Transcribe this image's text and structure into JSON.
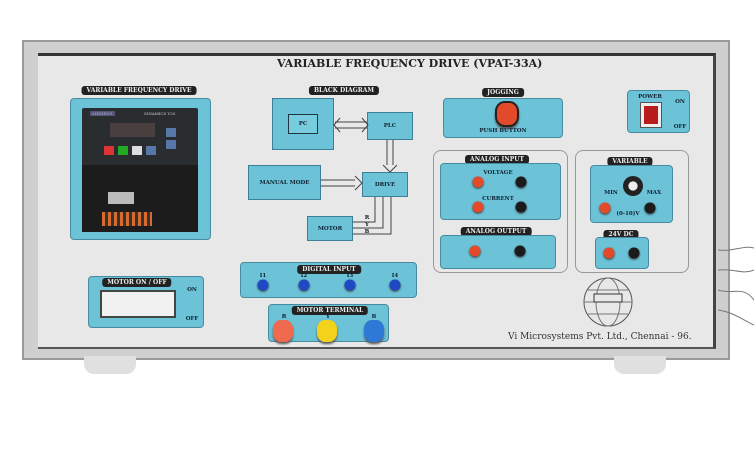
{
  "panel": {
    "title": "VARIABLE FREQUENCY DRIVE  (VPAT-33A)",
    "vfd_label": "VARIABLE FREQUENCY DRIVE",
    "motor_switch": {
      "label": "MOTOR ON / OFF",
      "on": "ON",
      "off": "OFF"
    },
    "block_diagram": {
      "label": "BLACK DIAGRAM",
      "pc": "PC",
      "plc": "PLC",
      "manual": "MANUAL MODE",
      "drive": "DRIVE",
      "motor": "MOTOR",
      "phases": [
        "R",
        "Y",
        "B"
      ]
    },
    "jogging": {
      "label": "JOGGING",
      "button": "PUSH BUTTON"
    },
    "power": {
      "label": "POWER",
      "on": "ON",
      "off": "OFF"
    },
    "analog_input": {
      "label": "ANALOG INPUT",
      "voltage": "VOLTAGE",
      "current": "CURRENT"
    },
    "analog_output": {
      "label": "ANALOG OUTPUT"
    },
    "variable": {
      "label": "VARIABLE",
      "min": "MIN",
      "max": "MAX",
      "range": "(0-10)V"
    },
    "dc24": {
      "label": "24V DC"
    },
    "digital_input": {
      "label": "DIGITAL INPUT",
      "inputs": [
        "I1",
        "I2",
        "I3",
        "I4"
      ]
    },
    "motor_terminal": {
      "label": "MOTOR TERMINAL",
      "terminals": [
        "R",
        "Y",
        "B"
      ]
    },
    "company": "Vi Microsystems Pvt. Ltd., Chennai - 96.",
    "drive_brand": "SIEMENS",
    "drive_model": "SINAMICS V20"
  }
}
